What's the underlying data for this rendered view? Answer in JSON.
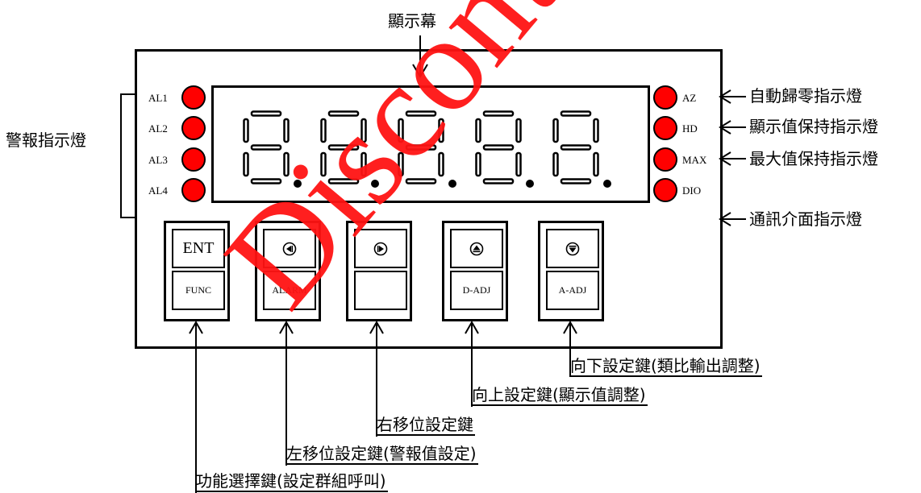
{
  "title": "顯示幕",
  "alarm_group_label": "警報指示燈",
  "left_leds": [
    "AL1",
    "AL2",
    "AL3",
    "AL4"
  ],
  "right_leds": [
    {
      "label": "AZ",
      "desc": "自動歸零指示燈"
    },
    {
      "label": "HD",
      "desc": "顯示值保持指示燈"
    },
    {
      "label": "MAX",
      "desc": "最大值保持指示燈"
    },
    {
      "label": "DIO",
      "desc": "通訊介面指示燈"
    }
  ],
  "display_digits": [
    "8.",
    "8.",
    "8.",
    "8.",
    "8."
  ],
  "keys": [
    {
      "top": "ENT",
      "bottom": "FUNC",
      "icon": "none"
    },
    {
      "top": "",
      "bottom": "ALARM",
      "icon": "left-arrow-icon"
    },
    {
      "top": "",
      "bottom": "",
      "icon": "right-arrow-icon"
    },
    {
      "top": "",
      "bottom": "D-ADJ",
      "icon": "up-arrow-icon"
    },
    {
      "top": "",
      "bottom": "A-ADJ",
      "icon": "down-arrow-icon"
    }
  ],
  "key_captions": [
    "向下設定鍵(類比輸出調整)",
    "向上設定鍵(顯示值調整)",
    "右移位設定鍵",
    "左移位設定鍵(警報值設定)",
    "功能選擇鍵(設定群組呼叫)"
  ],
  "watermark": "Discontinued",
  "colors": {
    "led": "#ff0000",
    "watermark": "#ff1414",
    "line": "#000000"
  }
}
